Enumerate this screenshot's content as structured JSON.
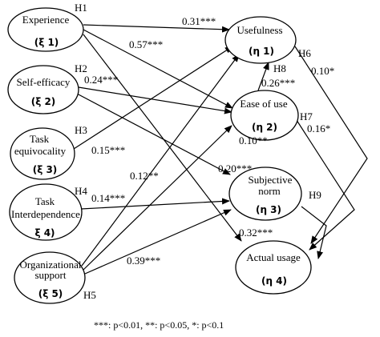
{
  "nodes": [
    {
      "id": "exp",
      "lines": [
        "Experience"
      ],
      "symbol": "(ξ 1)"
    },
    {
      "id": "se",
      "lines": [
        "Self-efficacy"
      ],
      "symbol": "(ξ 2)"
    },
    {
      "id": "te",
      "lines": [
        "Task",
        "equivocality"
      ],
      "symbol": "(ξ 3)"
    },
    {
      "id": "ti",
      "lines": [
        "Task",
        "Interdependence"
      ],
      "symbol": "ξ 4)"
    },
    {
      "id": "os",
      "lines": [
        "Organizational",
        "support"
      ],
      "symbol": "(ξ 5)"
    },
    {
      "id": "use",
      "lines": [
        "Usefulness"
      ],
      "symbol": "(η 1)"
    },
    {
      "id": "eou",
      "lines": [
        "Ease of use"
      ],
      "symbol": "(η 2)"
    },
    {
      "id": "sn",
      "lines": [
        "Subjective",
        "norm"
      ],
      "symbol": "(η 3)"
    },
    {
      "id": "au",
      "lines": [
        "Actual usage"
      ],
      "symbol": "(η 4)"
    }
  ],
  "hypotheses": [
    "H1",
    "H2",
    "H3",
    "H4",
    "H5",
    "H6",
    "H7",
    "H8",
    "H9"
  ],
  "coefficients": [
    "0.31***",
    "0.57***",
    "0.24***",
    "0.26***",
    "0.10*",
    "0.16*",
    "0.10**",
    "0.15***",
    "0.20***",
    "0.12**",
    "0.14***",
    "0.32***",
    "0.39***"
  ],
  "footnote": "***: p<0.01, **: p<0.05, *: p<0.1"
}
